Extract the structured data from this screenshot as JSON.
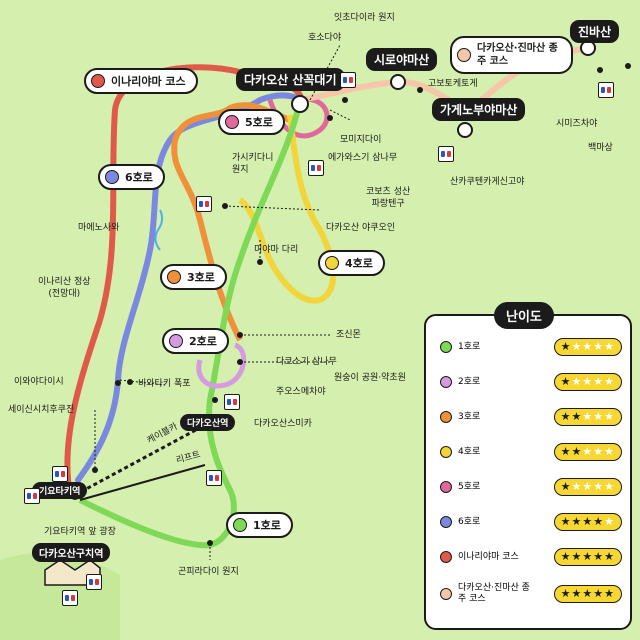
{
  "courses": [
    {
      "id": "c1",
      "label": "1호로",
      "color": "#7ed957",
      "difficulty": 1
    },
    {
      "id": "c2",
      "label": "2호로",
      "color": "#d59ae0",
      "difficulty": 1
    },
    {
      "id": "c3",
      "label": "3호로",
      "color": "#f0913a",
      "difficulty": 2
    },
    {
      "id": "c4",
      "label": "4호로",
      "color": "#f2d43b",
      "difficulty": 2
    },
    {
      "id": "c5",
      "label": "5호로",
      "color": "#e0689a",
      "difficulty": 1
    },
    {
      "id": "c6",
      "label": "6호로",
      "color": "#7b88e0",
      "difficulty": 4
    },
    {
      "id": "c7",
      "label": "이나리야마 코스",
      "color": "#e05a4a",
      "difficulty": 5
    },
    {
      "id": "c8",
      "label": "다카오산·진마산 종주 코스",
      "color": "#f7c6a8",
      "difficulty": 5
    }
  ],
  "legend": {
    "title": "난이도",
    "max_stars": 5
  },
  "stations": {
    "summit_takao": "다카오산 산꼭대기",
    "shiroyama": "시로야마산",
    "kagenobu": "가게노부야마산",
    "jinba": "진바산",
    "takaosan_st": "다카오산역",
    "kiyotaki_st": "기요타키역",
    "takaosanguchi_st": "다카오산구치역"
  },
  "places": {
    "ittcho": "잇초다이라 원지",
    "hosodaya": "호소다야",
    "kobotoke": "고보토케토게",
    "momiji": "모미지다이",
    "ekawa": "에가와스기 삼나무",
    "kobotoke_seisan": "코보츠 성산\n파랑텐구",
    "sankutenkin": "산카쿠텐카게신고야",
    "shimizu": "시미즈차야",
    "hakuba": "백마상",
    "kashikidani": "가시키다니\n원지",
    "maenosawa": "마에노사와",
    "yakuoin": "다카오산 야쿠오인",
    "miyama": "미야마 다리",
    "inari_summit": "이나리산 정상\n(전망대)",
    "josinmon": "조신몬",
    "takosugi": "다코스기 삼나무",
    "iwaya": "이와야다이시",
    "biwataki": "비와타키 폭포",
    "ensho": "원숭이 공원·약초원",
    "juoshu": "주오스메차야",
    "seishin": "세이신시치후쿠진",
    "takaosan_sumika": "다카오산스미카",
    "cable": "케이블카",
    "lift": "리프트",
    "kiyotaki_plaza": "기요타키역 앞 광장",
    "gonpara": "곤피라다이 원지"
  }
}
